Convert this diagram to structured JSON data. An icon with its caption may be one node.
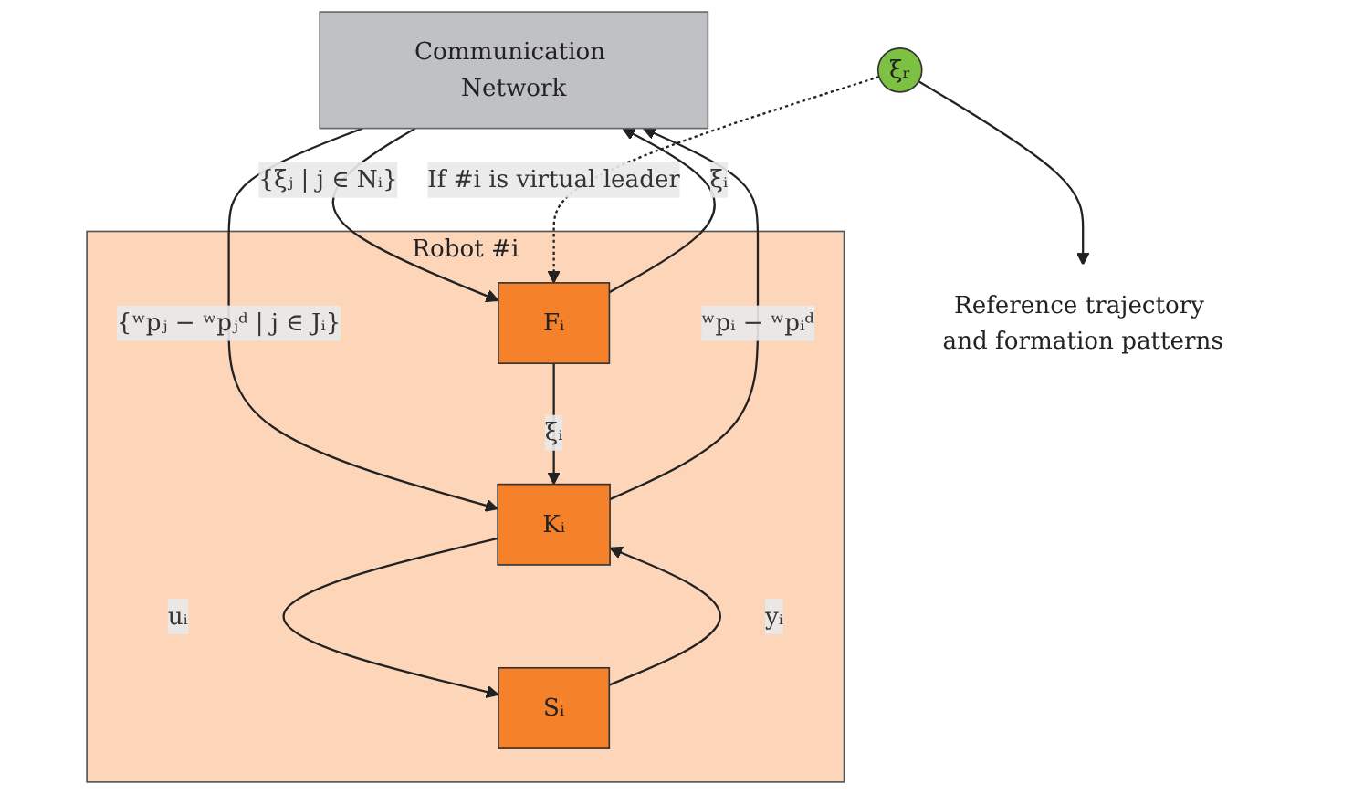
{
  "diagram": {
    "nodes": [
      {
        "text": [
          "Communication Network"
        ]
      },
      {
        "text": [
          "Robot #i"
        ]
      },
      {
        "text": [
          "Fᵢ"
        ],
        "in": 1
      },
      {
        "text": [
          "Kᵢ"
        ],
        "in": 1
      },
      {
        "text": [
          "Sᵢ"
        ],
        "in": 1
      },
      {
        "text": [
          "ξᵣ"
        ]
      },
      {
        "text": [
          "Reference trajectory and formation patterns"
        ]
      }
    ],
    "edges": [
      {
        "from": 2,
        "to": 0,
        "arrow": "to",
        "label": "ξᵢ"
      },
      {
        "from": 0,
        "to": 2,
        "arrow": "to",
        "label": "{ξⱼ | j ∈ Nᵢ}"
      },
      {
        "from": 3,
        "to": 0,
        "arrow": "to",
        "label": "ʷpᵢ − ʷpᵢᵈ"
      },
      {
        "from": 0,
        "to": 3,
        "arrow": "to",
        "label": "{ʷpⱼ − ʷpⱼᵈ | j ∈ Jᵢ}"
      },
      {
        "from": 5,
        "to": 2,
        "arrow": "to",
        "label": "If #i is virtual leader",
        "style": "dashed"
      },
      {
        "from": 5,
        "to": 6,
        "arrow": "to"
      },
      {
        "from": 2,
        "to": 3,
        "arrow": "to",
        "label": "ξᵢ"
      },
      {
        "from": 3,
        "to": 4,
        "arrow": "to",
        "label": "uᵢ"
      },
      {
        "from": 4,
        "to": 3,
        "arrow": "to",
        "label": "yᵢ"
      }
    ]
  }
}
